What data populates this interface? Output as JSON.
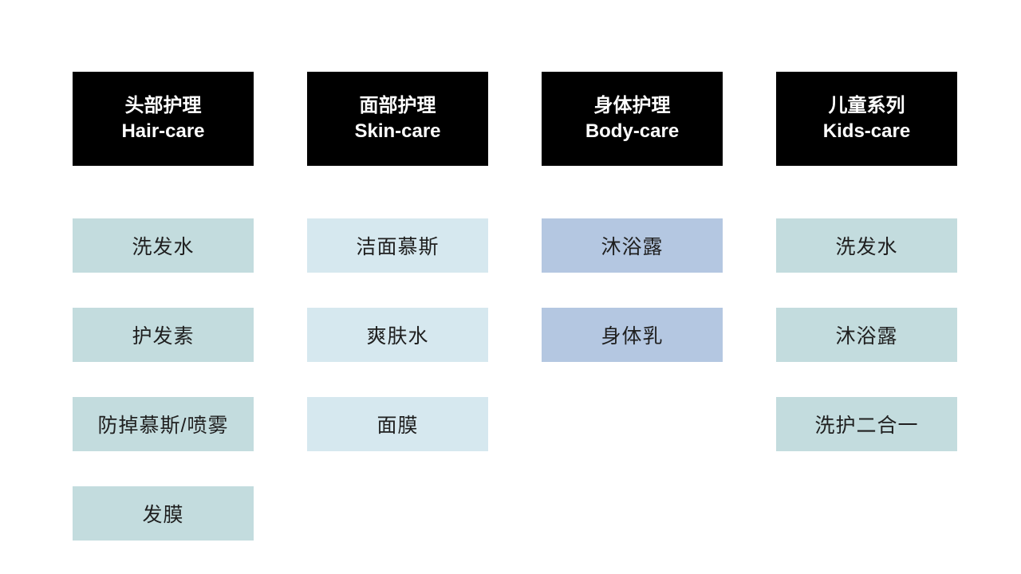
{
  "colors": {
    "background": "#ffffff",
    "header_bg": "#000000",
    "header_text": "#ffffff",
    "item_text": "#1f1f1f",
    "hair_care_item_bg": "#c3dcde",
    "skin_care_item_bg": "#d6e8ef",
    "body_care_item_bg": "#b4c7e1",
    "kids_care_item_bg": "#c3dcde"
  },
  "columns": [
    {
      "id": "hair-care",
      "header": {
        "zh": "头部护理",
        "en": "Hair-care"
      },
      "item_bg": "#c3dcde",
      "items": [
        "洗发水",
        "护发素",
        "防掉慕斯/喷雾",
        "发膜"
      ]
    },
    {
      "id": "skin-care",
      "header": {
        "zh": "面部护理",
        "en": "Skin-care"
      },
      "item_bg": "#d6e8ef",
      "items": [
        "洁面慕斯",
        "爽肤水",
        "面膜"
      ]
    },
    {
      "id": "body-care",
      "header": {
        "zh": "身体护理",
        "en": "Body-care"
      },
      "item_bg": "#b4c7e1",
      "items": [
        "沐浴露",
        "身体乳"
      ]
    },
    {
      "id": "kids-care",
      "header": {
        "zh": "儿童系列",
        "en": "Kids-care"
      },
      "item_bg": "#c3dcde",
      "items": [
        "洗发水",
        "沐浴露",
        "洗护二合一"
      ]
    }
  ]
}
